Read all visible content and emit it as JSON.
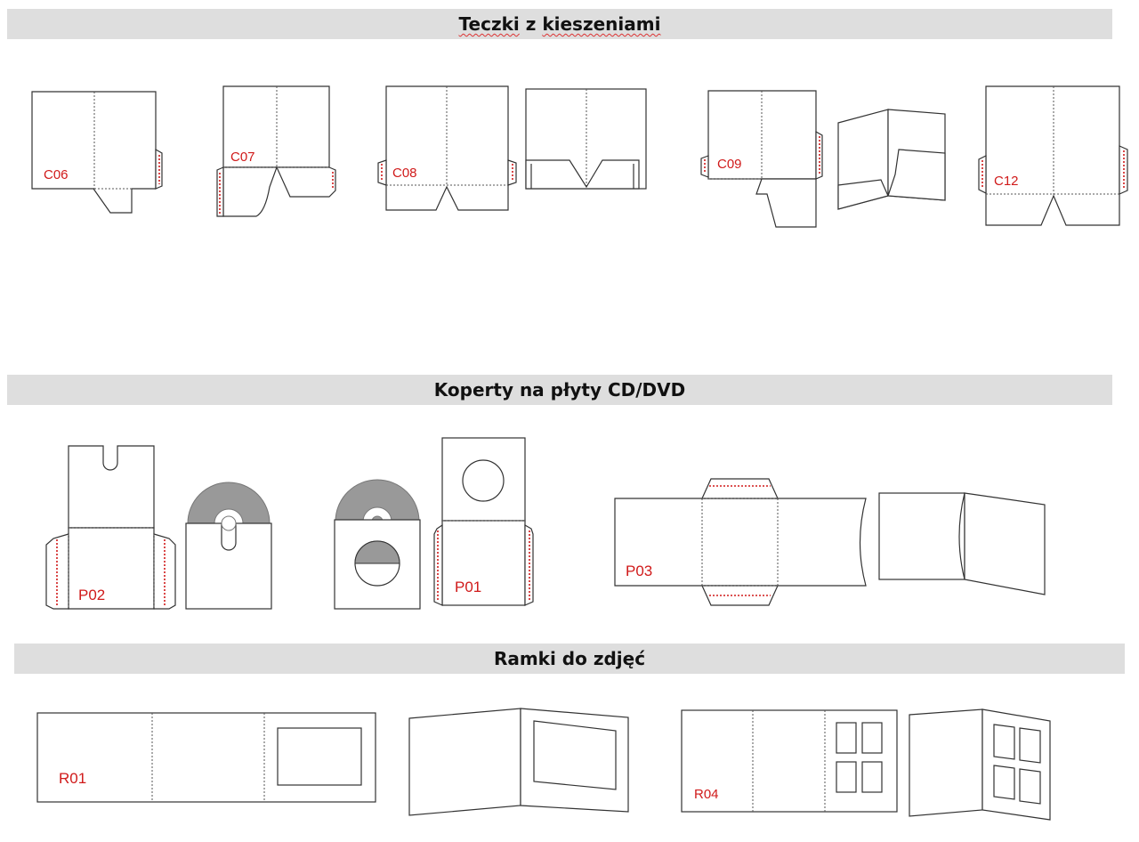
{
  "sections": {
    "folders": {
      "title_word1": "Teczki",
      "title_word2": " z ",
      "title_word3": "kieszeniami"
    },
    "cd_envelopes": {
      "title": "Koperty na płyty CD/DVD"
    },
    "photo_frames": {
      "title": "Ramki do zdjęć"
    }
  },
  "models": {
    "c06": "C06",
    "c07": "C07",
    "c08": "C08",
    "c09": "C09",
    "c12": "C12",
    "p02": "P02",
    "p01": "P01",
    "p03": "P03",
    "r01": "R01",
    "r04": "R04"
  },
  "colors": {
    "banner_bg": "#dedede",
    "label_red": "#d01a1a",
    "outline": "#333333",
    "disc_grey": "#999999"
  }
}
